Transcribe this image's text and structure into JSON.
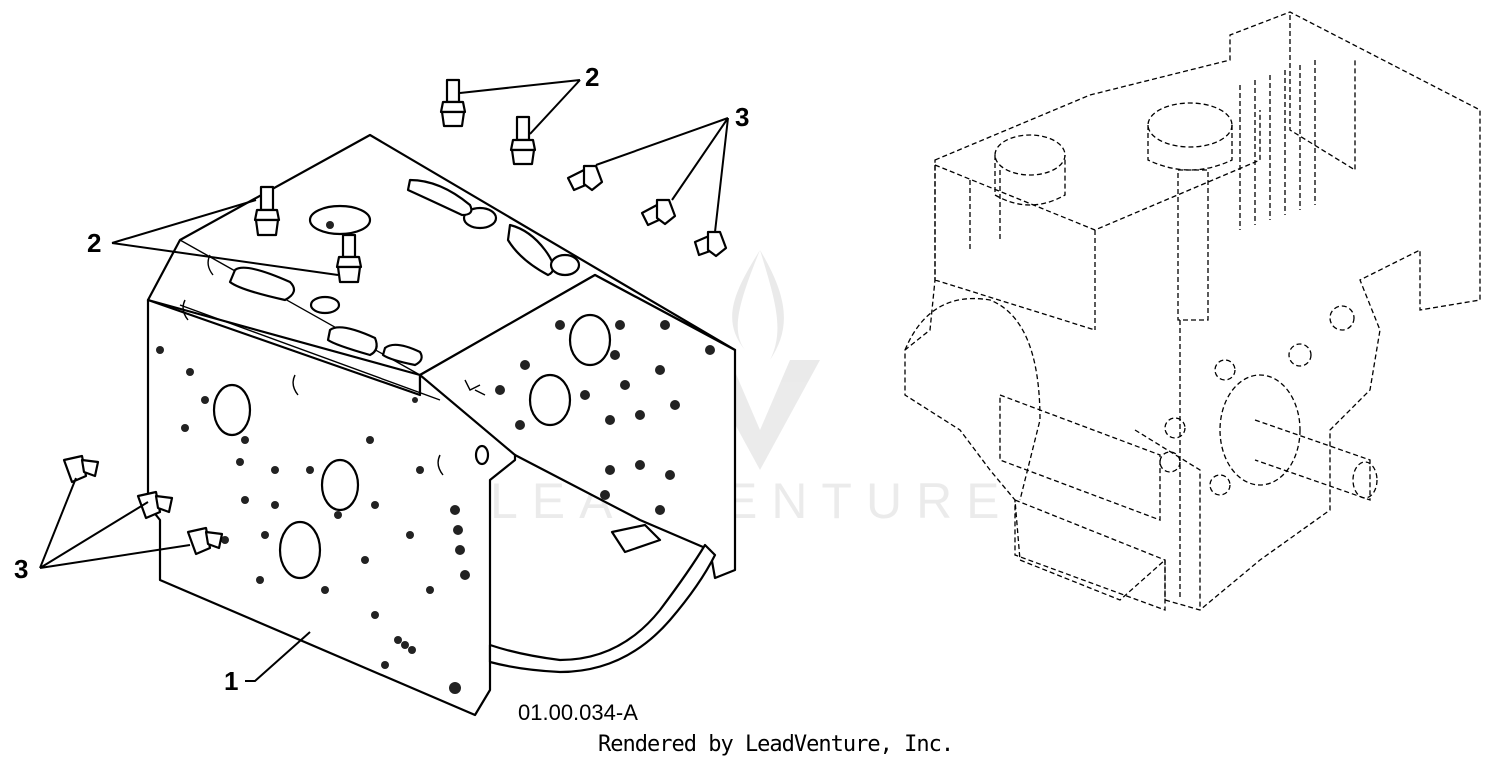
{
  "figure_id": "01.00.034-A",
  "credit": "Rendered by LeadVenture, Inc.",
  "watermark": "LEADVENTURE",
  "callouts": {
    "frame": "1",
    "stud_top": "2",
    "stud_left": "2",
    "screw_top": "3",
    "screw_left": "3"
  }
}
